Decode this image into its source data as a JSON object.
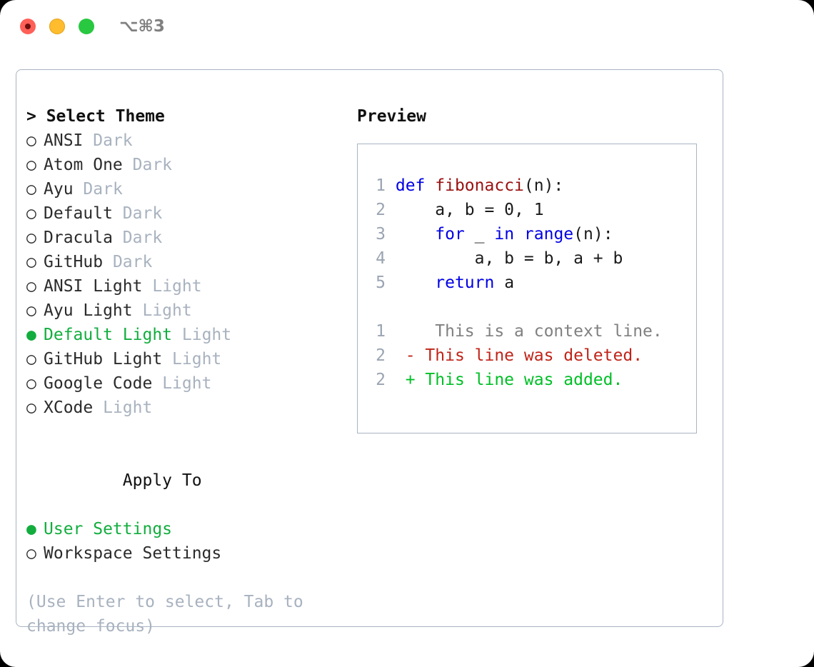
{
  "titlebar": {
    "dots": [
      {
        "name": "close",
        "color": "#ff5f57"
      },
      {
        "name": "minimize",
        "color": "#febc2e"
      },
      {
        "name": "maximize",
        "color": "#28c840"
      }
    ],
    "shortcut": "⌥⌘3"
  },
  "colors": {
    "selected_green": "#12ad3e",
    "muted_grey": "#a8b2bf",
    "border": "#a9b4c2",
    "keyword_blue": "#0000e6",
    "function_red": "#9b1010",
    "diff_deleted": "#c02418",
    "diff_added": "#00bf26",
    "diff_context": "#808080"
  },
  "theme_picker": {
    "heading": "> Select Theme",
    "items": [
      {
        "bullet": "○",
        "name": "ANSI",
        "tag": "Dark",
        "selected": false
      },
      {
        "bullet": "○",
        "name": "Atom One",
        "tag": "Dark",
        "selected": false
      },
      {
        "bullet": "○",
        "name": "Ayu",
        "tag": "Dark",
        "selected": false
      },
      {
        "bullet": "○",
        "name": "Default",
        "tag": "Dark",
        "selected": false
      },
      {
        "bullet": "○",
        "name": "Dracula",
        "tag": "Dark",
        "selected": false
      },
      {
        "bullet": "○",
        "name": "GitHub",
        "tag": "Dark",
        "selected": false
      },
      {
        "bullet": "○",
        "name": "ANSI Light",
        "tag": "Light",
        "selected": false
      },
      {
        "bullet": "○",
        "name": "Ayu Light",
        "tag": "Light",
        "selected": false
      },
      {
        "bullet": "●",
        "name": "Default Light",
        "tag": "Light",
        "selected": true
      },
      {
        "bullet": "○",
        "name": "GitHub Light",
        "tag": "Light",
        "selected": false
      },
      {
        "bullet": "○",
        "name": "Google Code",
        "tag": "Light",
        "selected": false
      },
      {
        "bullet": "○",
        "name": "XCode",
        "tag": "Light",
        "selected": false
      }
    ]
  },
  "apply_to": {
    "heading": "Apply To",
    "items": [
      {
        "bullet": "●",
        "label": "User Settings",
        "selected": true
      },
      {
        "bullet": "○",
        "label": "Workspace Settings",
        "selected": false
      }
    ]
  },
  "hint": "(Use Enter to select, Tab to change focus)",
  "preview": {
    "title": "Preview",
    "code_lines": [
      {
        "num": "1",
        "tokens": [
          {
            "t": "def",
            "c": "k"
          },
          {
            "t": " ",
            "c": "pl"
          },
          {
            "t": "fibonacci",
            "c": "fn"
          },
          {
            "t": "(n):",
            "c": "pl"
          }
        ]
      },
      {
        "num": "2",
        "tokens": [
          {
            "t": "    a, b = 0, 1",
            "c": "pl"
          }
        ]
      },
      {
        "num": "3",
        "tokens": [
          {
            "t": "    ",
            "c": "pl"
          },
          {
            "t": "for",
            "c": "k"
          },
          {
            "t": " _ ",
            "c": "pl"
          },
          {
            "t": "in",
            "c": "k"
          },
          {
            "t": " ",
            "c": "pl"
          },
          {
            "t": "range",
            "c": "k"
          },
          {
            "t": "(n):",
            "c": "pl"
          }
        ]
      },
      {
        "num": "4",
        "tokens": [
          {
            "t": "        a, b = b, a + b",
            "c": "pl"
          }
        ]
      },
      {
        "num": "5",
        "tokens": [
          {
            "t": "    ",
            "c": "pl"
          },
          {
            "t": "return",
            "c": "k"
          },
          {
            "t": " a",
            "c": "pl"
          }
        ]
      }
    ],
    "diff_lines": [
      {
        "num": "1",
        "marker": " ",
        "text": "  This is a context line.",
        "kind": "ctx"
      },
      {
        "num": "2",
        "marker": "-",
        "text": " This line was deleted.",
        "kind": "del"
      },
      {
        "num": "2",
        "marker": "+",
        "text": " This line was added.",
        "kind": "add"
      }
    ]
  }
}
